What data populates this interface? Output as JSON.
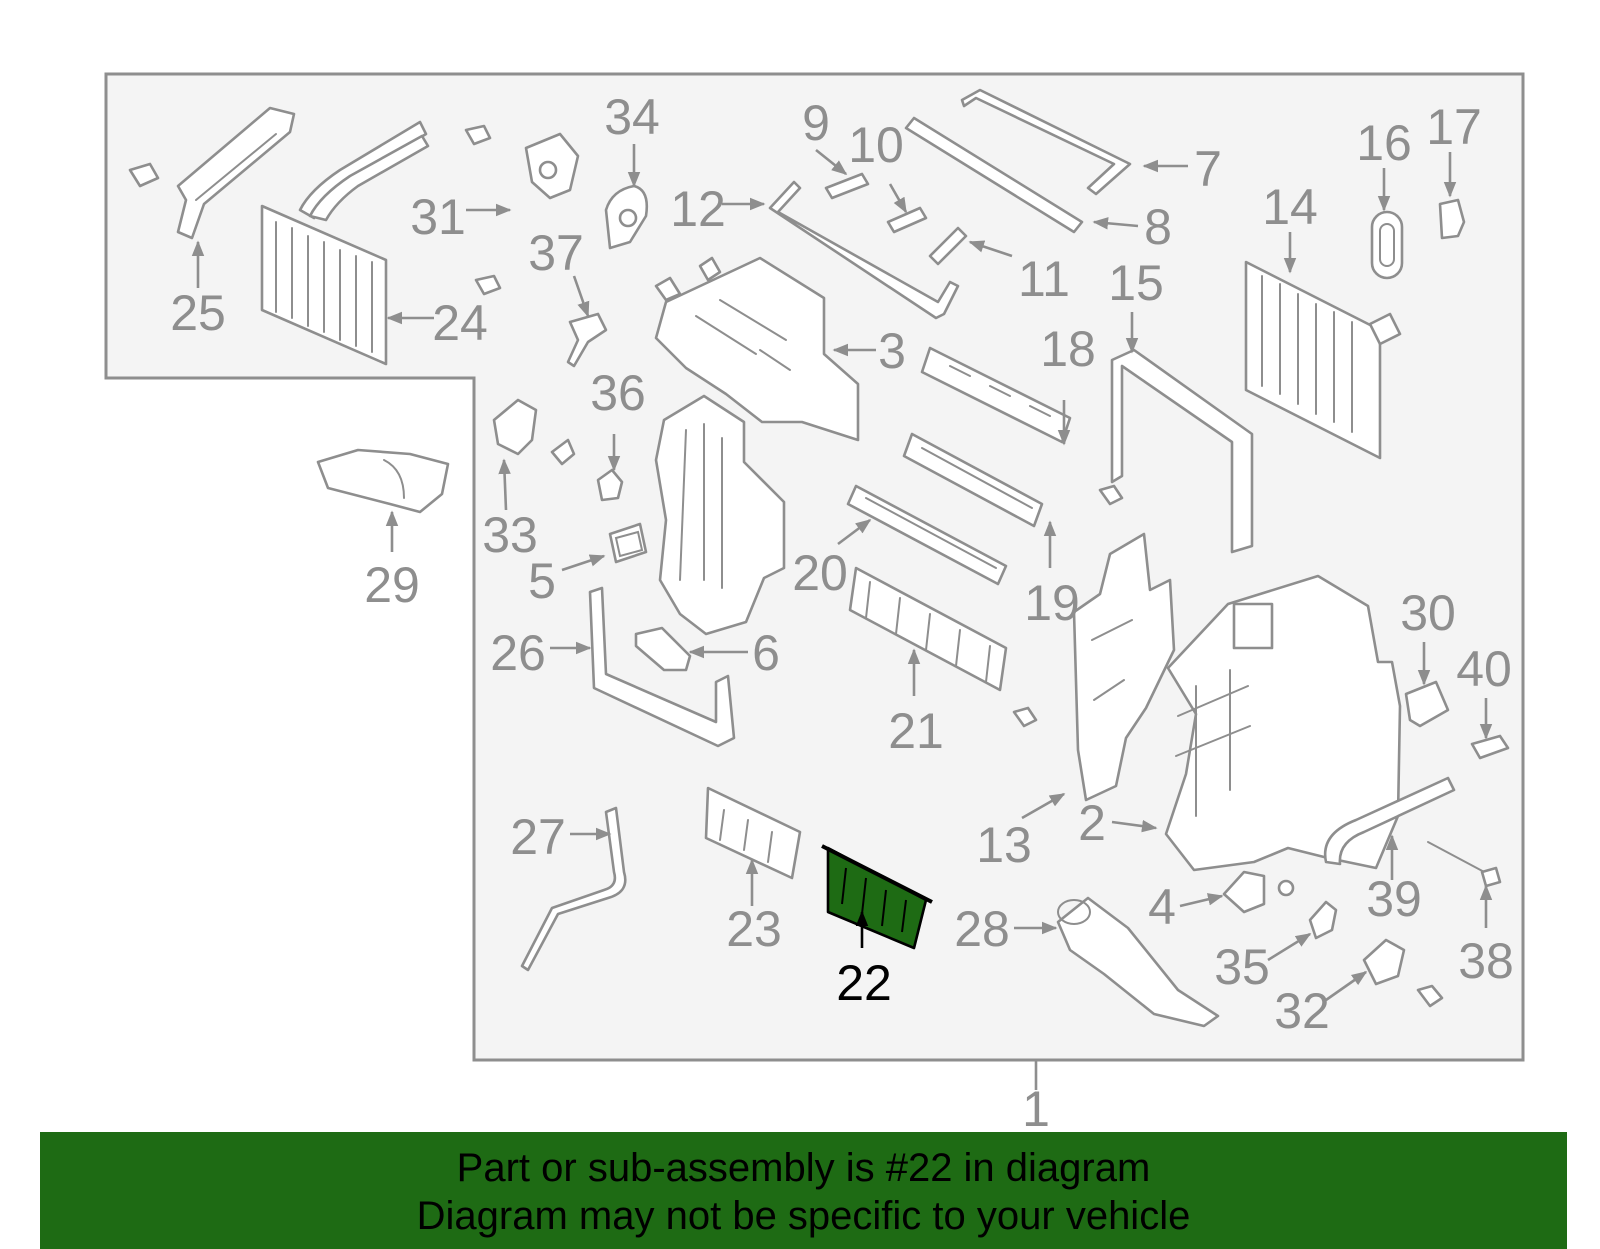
{
  "diagram": {
    "callouts": [
      "1",
      "2",
      "3",
      "4",
      "5",
      "6",
      "7",
      "8",
      "9",
      "10",
      "11",
      "12",
      "13",
      "14",
      "15",
      "16",
      "17",
      "18",
      "19",
      "20",
      "21",
      "22",
      "23",
      "24",
      "25",
      "26",
      "27",
      "28",
      "29",
      "30",
      "31",
      "32",
      "33",
      "34",
      "35",
      "36",
      "37",
      "38",
      "39",
      "40"
    ],
    "highlighted_part": "22"
  },
  "caption": {
    "line1": "Part or sub-assembly is #22 in diagram",
    "line2": "Diagram may not be specific to your vehicle"
  },
  "colors": {
    "line": "#8e8e8e",
    "panel": "#f4f4f4",
    "highlight": "#1e6b14",
    "caption_bg": "#1e6b14"
  }
}
